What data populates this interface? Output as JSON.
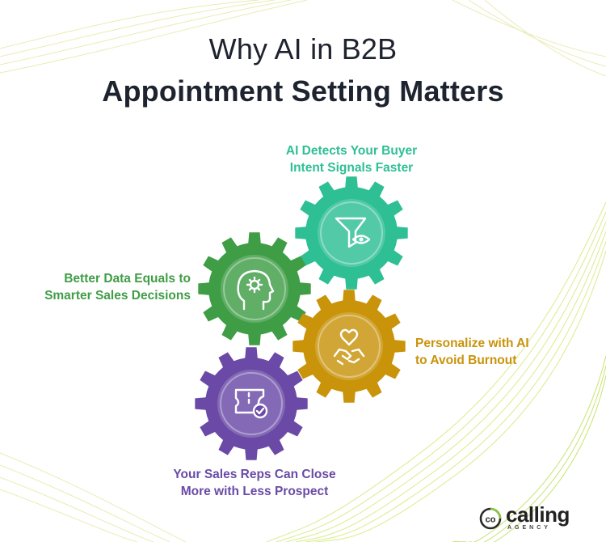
{
  "title": {
    "line1": "Why AI in B2B",
    "line2": "Appointment Setting Matters"
  },
  "items": [
    {
      "lines": [
        "AI Detects Your Buyer",
        "Intent Signals Faster"
      ],
      "color": "#2ebf94",
      "icon": "funnel-eye-icon"
    },
    {
      "lines": [
        "Better Data Equals to",
        "Smarter Sales Decisions"
      ],
      "color": "#3f9d46",
      "icon": "head-gear-icon"
    },
    {
      "lines": [
        "Personalize with AI",
        "to Avoid Burnout"
      ],
      "color": "#c9930a",
      "icon": "heart-handshake-icon"
    },
    {
      "lines": [
        "Your Sales Reps Can Close",
        "More with Less Prospect"
      ],
      "color": "#6a4aa6",
      "icon": "ticket-check-icon"
    }
  ],
  "logo": {
    "word": "calling",
    "sub": "AGENCY",
    "icon": "calling-agency-logo-icon"
  }
}
